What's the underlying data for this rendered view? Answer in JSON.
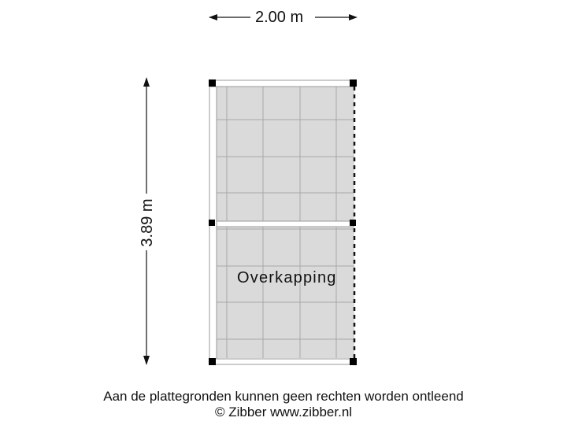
{
  "dimensions": {
    "width_label": "2.00 m",
    "height_label": "3.89 m"
  },
  "rooms": [
    {
      "name": "Overkapping"
    }
  ],
  "footer": {
    "disclaimer": "Aan de plattegronden kunnen geen rechten worden ontleend",
    "copyright": "© Zibber www.zibber.nl"
  },
  "colors": {
    "floor_fill": "#dadada",
    "grid_line": "#a8a8a8",
    "wall": "#ffffff",
    "wall_outline": "#9a9a9a",
    "column": "#000000",
    "text": "#111111"
  }
}
